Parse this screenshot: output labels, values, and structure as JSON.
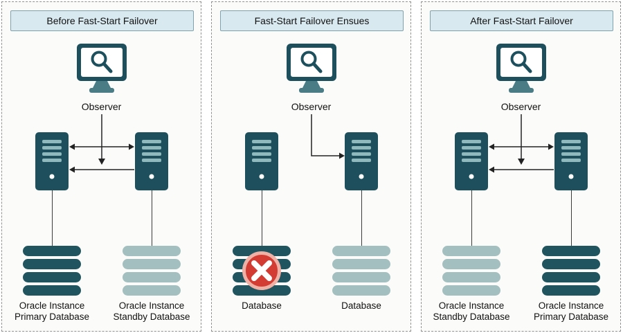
{
  "colors": {
    "dark_teal": "#1d4f5c",
    "light_teal": "#a3bfbf",
    "title_bg": "#d8e9f0",
    "title_border": "#7fa0ad",
    "error_red": "#d23c32",
    "error_ring": "#efb0a5"
  },
  "panels": [
    {
      "title": "Before Fast-Start Failover",
      "observer_label": "Observer",
      "left_db_label": "Oracle Instance\nPrimary Database",
      "right_db_label": "Oracle Instance\nStandby Database"
    },
    {
      "title": "Fast-Start Failover Ensues",
      "observer_label": "Observer",
      "left_db_label": "Database",
      "right_db_label": "Database"
    },
    {
      "title": "After Fast-Start Failover",
      "observer_label": "Observer",
      "left_db_label": "Oracle Instance\nStandby Database",
      "right_db_label": "Oracle Instance\nPrimary Database"
    }
  ]
}
